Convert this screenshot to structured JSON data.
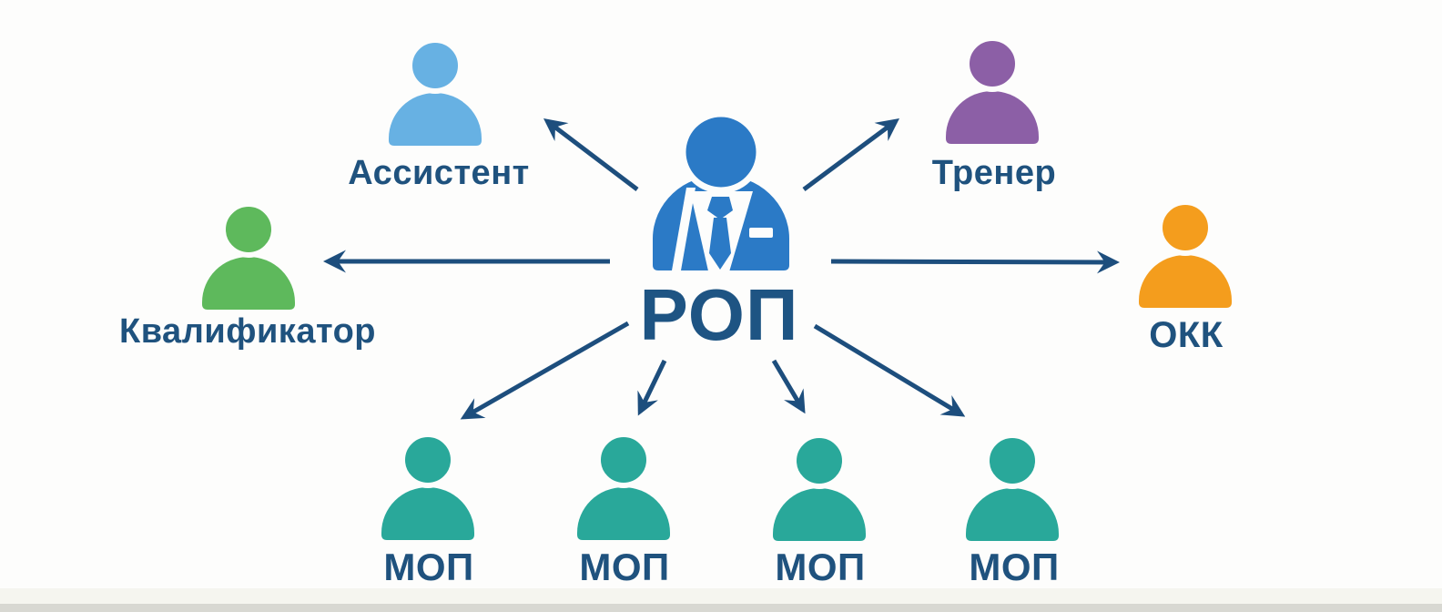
{
  "canvas": {
    "background": "#fdfdfc",
    "bottom_tint_color": "#efeee4",
    "bottom_strip_color": "#d4d4cd"
  },
  "diagram": {
    "arrow_color": "#1d4e7d",
    "label_color": "#1f527e",
    "center": {
      "id": "rop",
      "label": "РОП",
      "color": "#2b7ac6"
    },
    "nodes": [
      {
        "id": "assistant",
        "label": "Ассистент",
        "color": "#67b1e3",
        "position": "top-left"
      },
      {
        "id": "trainer",
        "label": "Тренер",
        "color": "#8c5fa6",
        "position": "top-right"
      },
      {
        "id": "qualifier",
        "label": "Квалификатор",
        "color": "#5eb95c",
        "position": "left"
      },
      {
        "id": "okk",
        "label": "ОКК",
        "color": "#f49d1d",
        "position": "right"
      },
      {
        "id": "mop-1",
        "label": "МОП",
        "color": "#29a89a",
        "position": "bottom-1"
      },
      {
        "id": "mop-2",
        "label": "МОП",
        "color": "#29a89a",
        "position": "bottom-2"
      },
      {
        "id": "mop-3",
        "label": "МОП",
        "color": "#29a89a",
        "position": "bottom-3"
      },
      {
        "id": "mop-4",
        "label": "МОП",
        "color": "#29a89a",
        "position": "bottom-4"
      }
    ],
    "connections": [
      {
        "from": "rop",
        "to": "assistant"
      },
      {
        "from": "rop",
        "to": "trainer"
      },
      {
        "from": "rop",
        "to": "qualifier"
      },
      {
        "from": "rop",
        "to": "okk"
      },
      {
        "from": "rop",
        "to": "mop-1"
      },
      {
        "from": "rop",
        "to": "mop-2"
      },
      {
        "from": "rop",
        "to": "mop-3"
      },
      {
        "from": "rop",
        "to": "mop-4"
      }
    ]
  }
}
